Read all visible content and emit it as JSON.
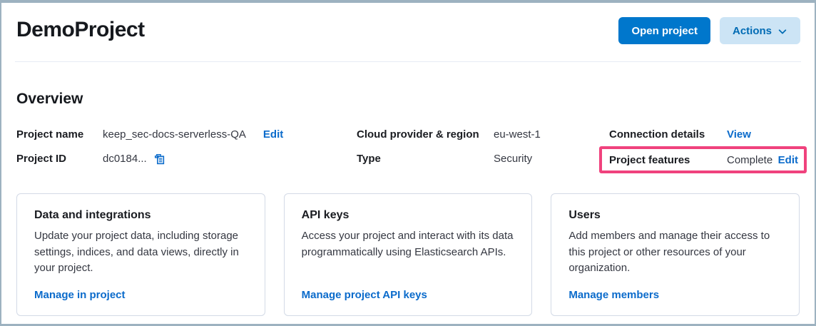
{
  "header": {
    "title": "DemoProject",
    "open_project_button": "Open project",
    "actions_button": "Actions"
  },
  "overview": {
    "heading": "Overview",
    "columns": [
      {
        "rows": [
          {
            "label": "Project name",
            "value": "keep_sec-docs-serverless-QA",
            "action": "Edit"
          },
          {
            "label": "Project ID",
            "value": "dc0184...",
            "icon": "copy"
          }
        ]
      },
      {
        "rows": [
          {
            "label": "Cloud provider & region",
            "value": "eu-west-1"
          },
          {
            "label": "Type",
            "value": "Security"
          }
        ]
      },
      {
        "rows": [
          {
            "label": "Connection details",
            "action": "View"
          },
          {
            "label": "Project features",
            "value": "Complete",
            "action": "Edit",
            "highlighted": true
          }
        ]
      }
    ]
  },
  "cards": [
    {
      "title": "Data and integrations",
      "body": "Update your project data, including storage settings, indices, and data views, directly in your project.",
      "link": "Manage in project"
    },
    {
      "title": "API keys",
      "body": "Access your project and interact with its data programmatically using Elasticsearch APIs.",
      "link": "Manage project API keys"
    },
    {
      "title": "Users",
      "body": "Add members and manage their access to this project or other resources of your organization.",
      "link": "Manage members"
    }
  ],
  "colors": {
    "accent_blue": "#0077cc",
    "link_blue": "#0b6bcb",
    "actions_bg": "#cce4f5",
    "actions_text": "#006bb4",
    "highlight_pink": "#f0427d",
    "card_border": "#d3dae6",
    "divider": "#e6ebf4",
    "frame": "#9db2c0",
    "heading_text": "#16191e",
    "body_text": "#343741"
  }
}
